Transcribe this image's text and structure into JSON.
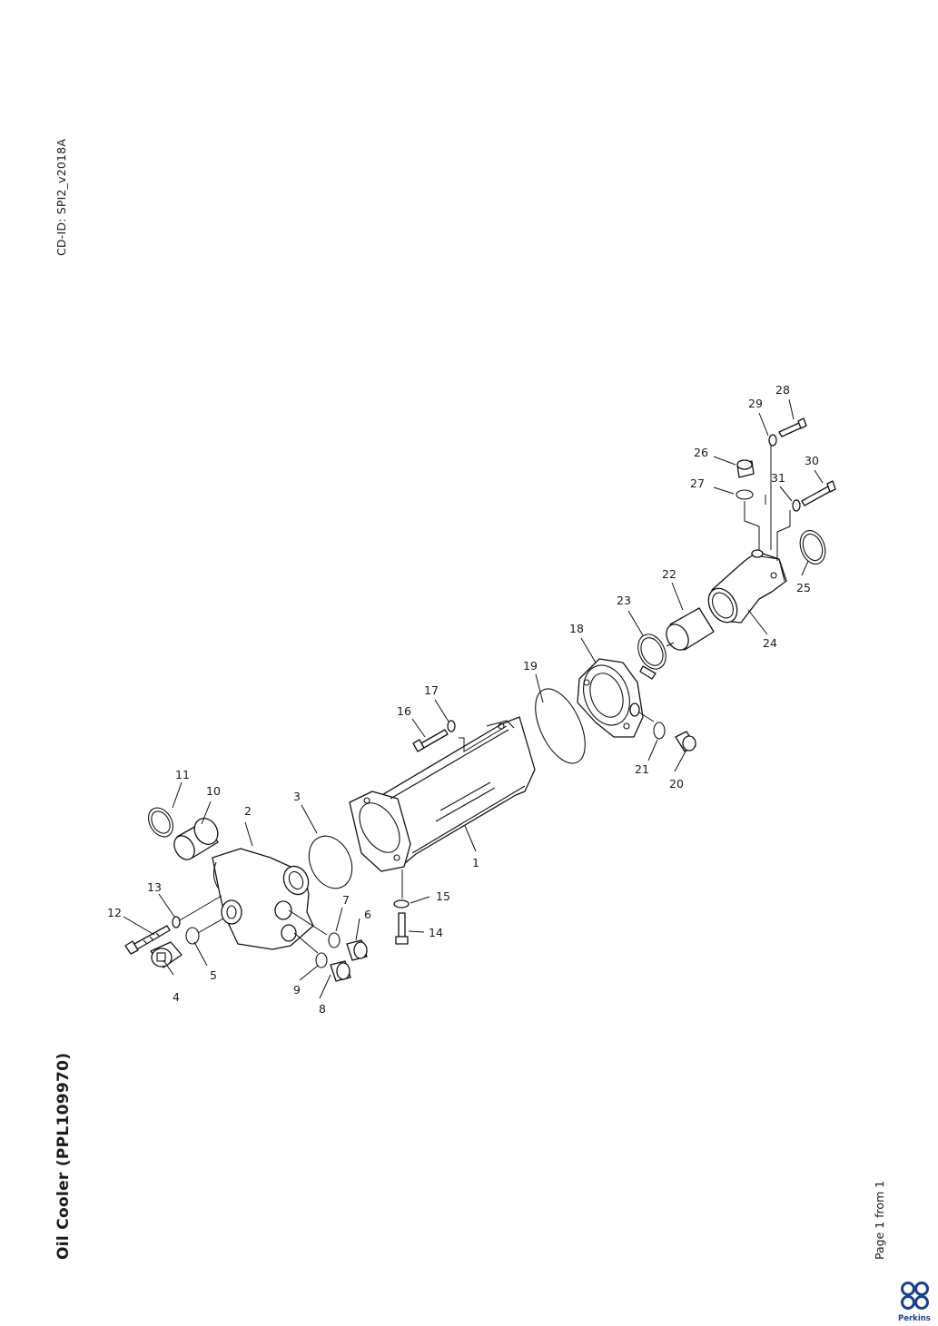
{
  "header": {
    "cd_id": "CD-ID: SPI2_v2018A"
  },
  "title": "Oil Cooler (PPL109970)",
  "footer": {
    "page": "Page 1 from 1",
    "brand": "Perkins"
  },
  "colors": {
    "ink": "#1a1a1a",
    "brand": "#1c3f91"
  },
  "callouts": [
    "1",
    "2",
    "3",
    "4",
    "5",
    "6",
    "7",
    "8",
    "9",
    "10",
    "11",
    "12",
    "13",
    "14",
    "15",
    "16",
    "17",
    "18",
    "19",
    "20",
    "21",
    "22",
    "23",
    "24",
    "25",
    "26",
    "27",
    "28",
    "29",
    "30",
    "31"
  ]
}
